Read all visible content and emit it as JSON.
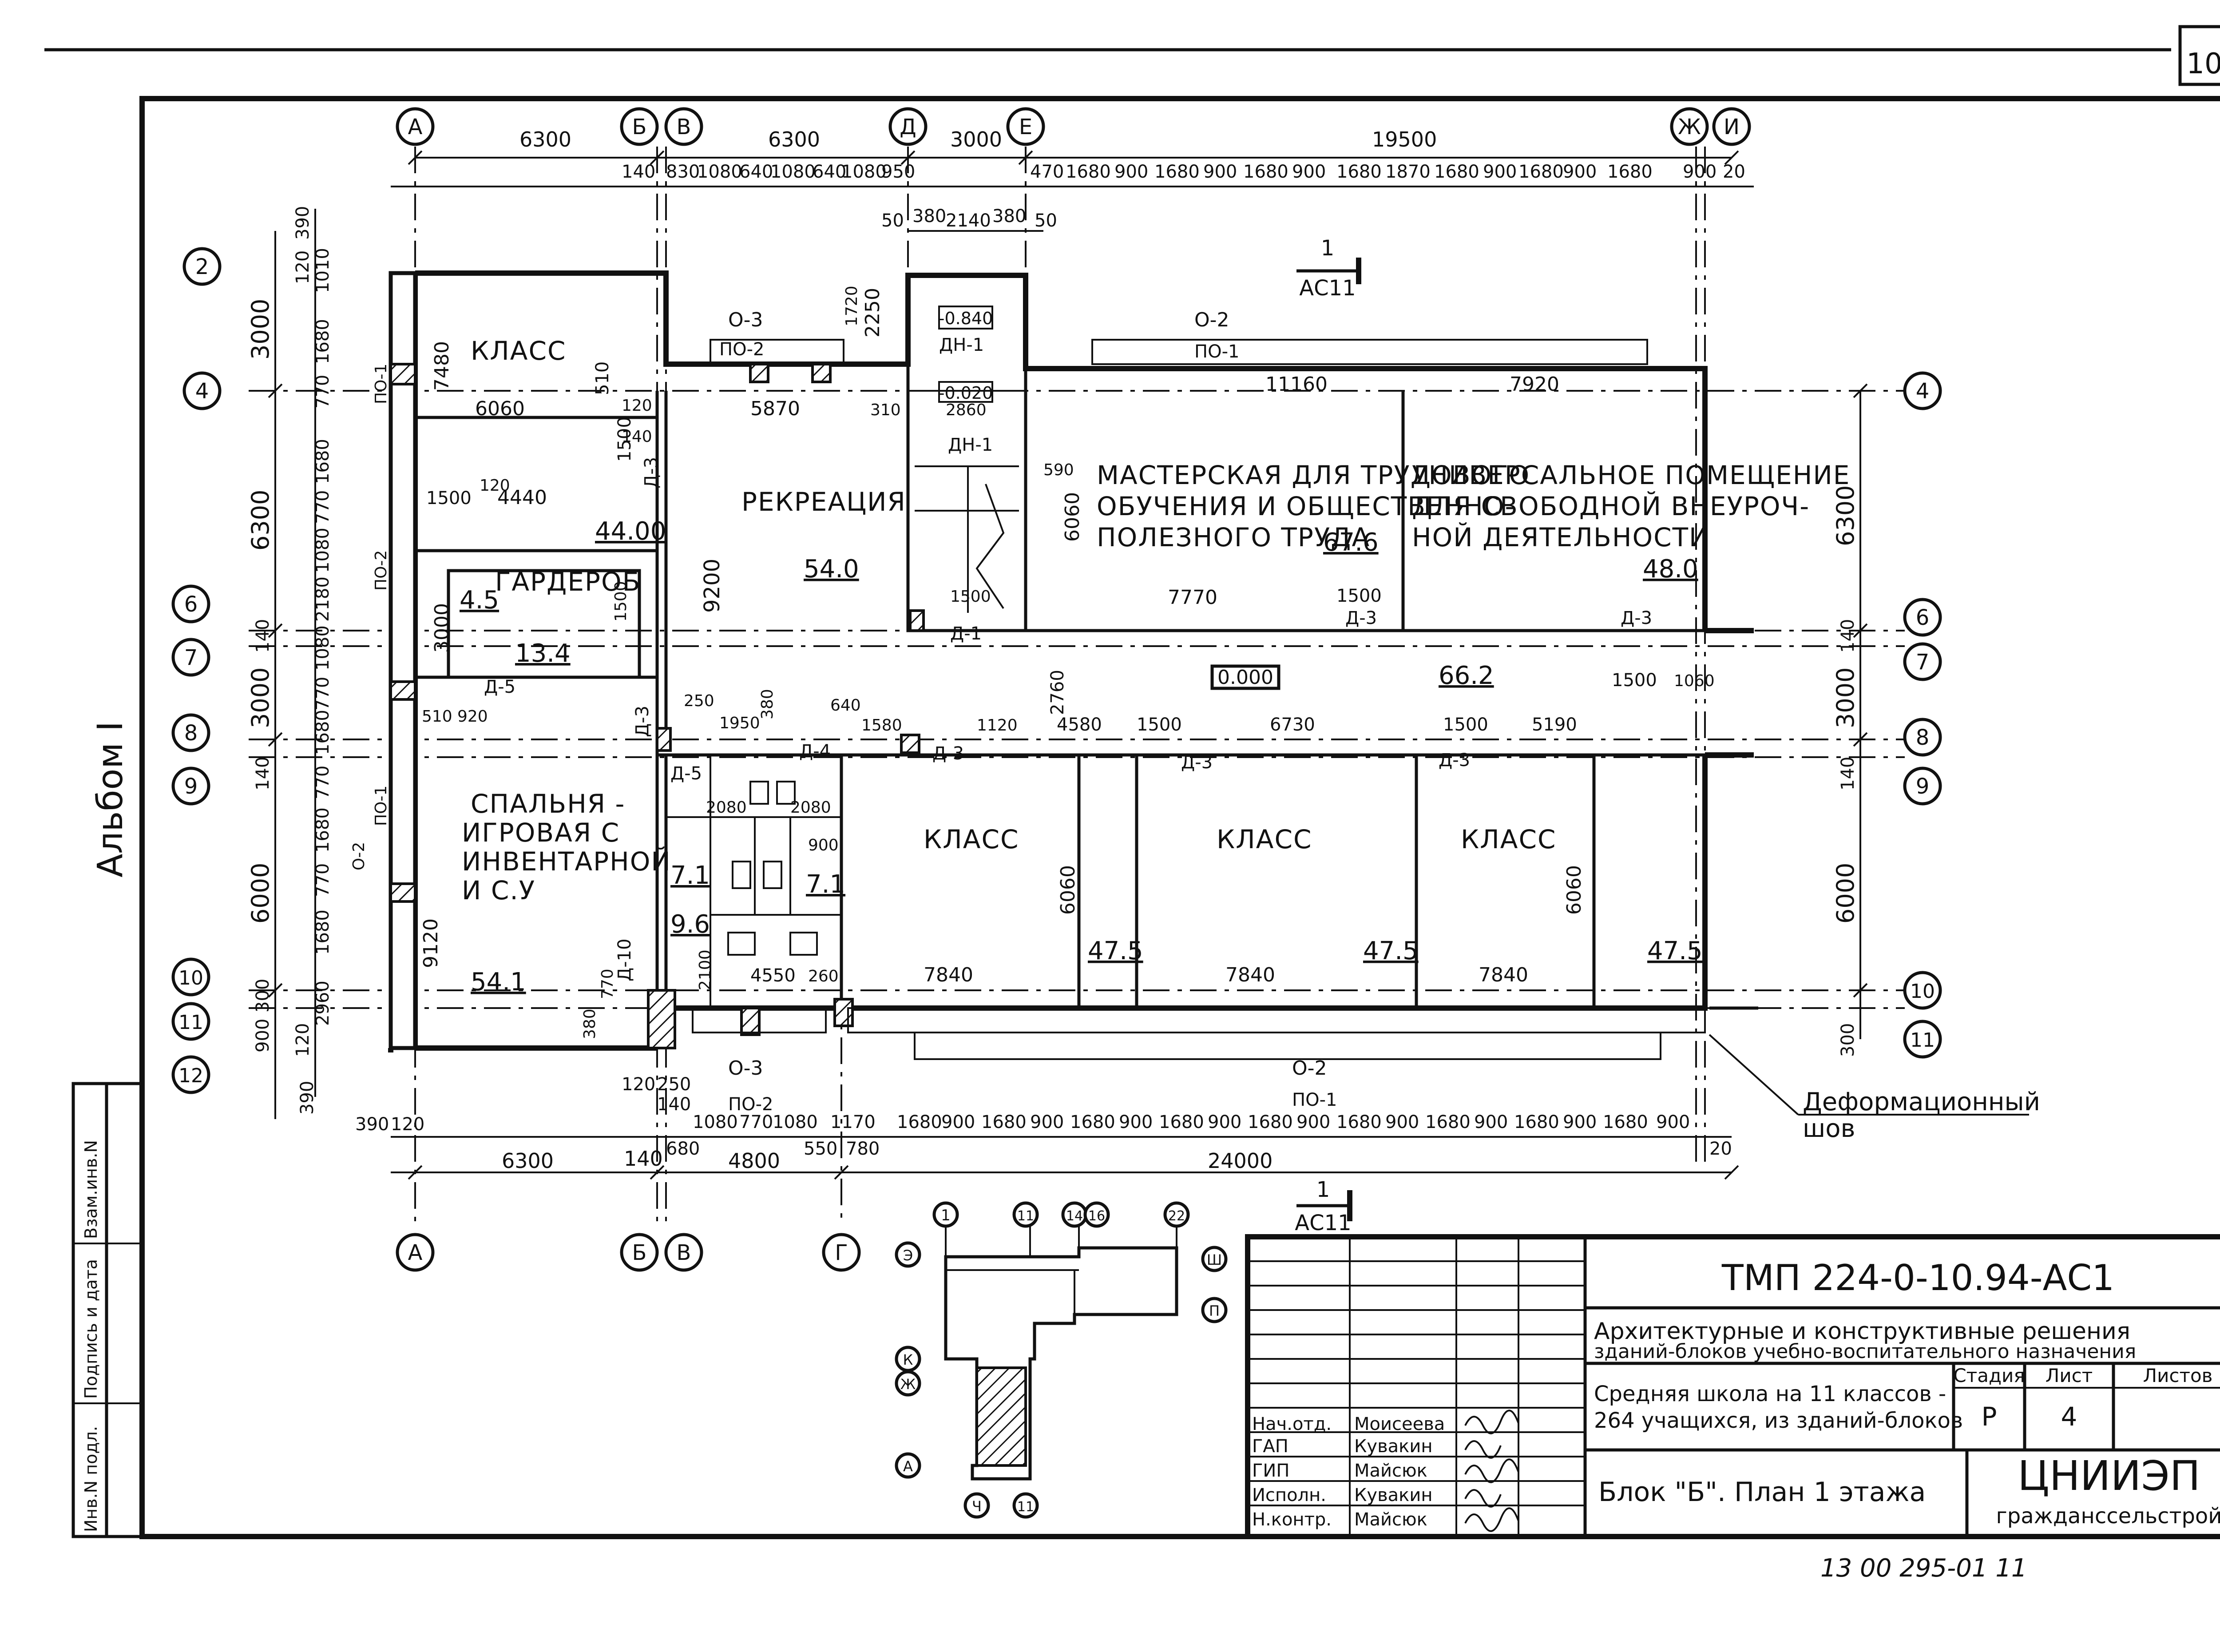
{
  "sheet_number": "10",
  "album_label": "Альбом I",
  "side_stamp": [
    "Инв.N подл.",
    "Подпись и дата",
    "Взам.инв.N"
  ],
  "axes_top": [
    {
      "id": "А"
    },
    {
      "id": "Б"
    },
    {
      "id": "В"
    },
    {
      "id": "Д"
    },
    {
      "id": "Е"
    },
    {
      "id": "Ж"
    },
    {
      "id": "И"
    }
  ],
  "axes_bottom": [
    {
      "id": "А"
    },
    {
      "id": "Б"
    },
    {
      "id": "В"
    },
    {
      "id": "Г"
    }
  ],
  "axes_left": [
    {
      "id": "2"
    },
    {
      "id": "4"
    },
    {
      "id": "6"
    },
    {
      "id": "7"
    },
    {
      "id": "8"
    },
    {
      "id": "9"
    },
    {
      "id": "10"
    },
    {
      "id": "11"
    },
    {
      "id": "12"
    }
  ],
  "axes_right": [
    {
      "id": "4"
    },
    {
      "id": "6"
    },
    {
      "id": "7"
    },
    {
      "id": "8"
    },
    {
      "id": "9"
    },
    {
      "id": "10"
    },
    {
      "id": "11"
    }
  ],
  "top_main_dims": [
    "6300",
    "6300",
    "3000",
    "19500"
  ],
  "top_detail_dims": [
    "140",
    "830",
    "1080",
    "640",
    "1080",
    "640",
    "1080",
    "950",
    "470",
    "1680",
    "900",
    "1680",
    "900",
    "1680",
    "900",
    "1680",
    "1870",
    "1680",
    "900",
    "1680",
    "900",
    "1680",
    "900",
    "20"
  ],
  "stair_top_dims": [
    "50",
    "380",
    "2140",
    "380",
    "50"
  ],
  "bottom_main_dims": [
    "6300",
    "140",
    "4800",
    "24000"
  ],
  "bottom_detail_dims": [
    "390",
    "120",
    "120",
    "250",
    "140",
    "680",
    "1080",
    "770",
    "1080",
    "550",
    "1170",
    "780",
    "1680",
    "900",
    "1680",
    "900",
    "1680",
    "900",
    "1680",
    "900",
    "1680",
    "900",
    "1680",
    "900",
    "1680",
    "900",
    "1680",
    "900",
    "1680",
    "900",
    "20"
  ],
  "left_main_dims": [
    "3000",
    "6300",
    "140",
    "3000",
    "140",
    "6000",
    "300",
    "900",
    "390"
  ],
  "left_detail_dims": [
    "390",
    "120",
    "1010",
    "1680",
    "770",
    "1680",
    "770",
    "1080",
    "2180",
    "1080",
    "770",
    "1680",
    "770",
    "1680",
    "770",
    "1680",
    "2960",
    "120"
  ],
  "right_main_dims": [
    "6300",
    "140",
    "3000",
    "140",
    "6000",
    "300"
  ],
  "rooms": [
    {
      "key": "class_nw",
      "name": [
        "КЛАСС"
      ]
    },
    {
      "key": "recreation",
      "name": [
        "РЕКРЕАЦИЯ"
      ],
      "area": "54.0"
    },
    {
      "key": "workshop",
      "name": [
        "МАСТЕРСКАЯ ДЛЯ ТРУДОВОГО",
        "ОБУЧЕНИЯ И ОБЩЕСТВЕННО-",
        "ПОЛЕЗНОГО ТРУДА"
      ],
      "area": "67.6"
    },
    {
      "key": "universal",
      "name": [
        "УНИВЕРСАЛЬНОЕ ПОМЕЩЕНИЕ",
        "ДЛЯ СВОБОДНОЙ ВНЕУРОЧ-",
        "НОЙ ДЕЯТЕЛЬНОСТИ"
      ],
      "area": "48.0"
    },
    {
      "key": "wardrobe",
      "name": [
        "ГАРДЕРОБ"
      ],
      "area": "13.4"
    },
    {
      "key": "corridor",
      "name": [],
      "area": "66.2"
    },
    {
      "key": "bedroom",
      "name": [
        "СПАЛЬНЯ -",
        "ИГРОВАЯ С",
        "ИНВЕНТАРНОЙ",
        "И С.У"
      ],
      "area": "54.1"
    },
    {
      "key": "class_1",
      "name": [
        "КЛАСС"
      ],
      "area": "47.5"
    },
    {
      "key": "class_2",
      "name": [
        "КЛАСС"
      ],
      "area": "47.5"
    },
    {
      "key": "class_3",
      "name": [
        "КЛАСС"
      ],
      "area": "47.5"
    }
  ],
  "small_areas": [
    "44.00",
    "4.5",
    "7.1",
    "7.1",
    "9.6"
  ],
  "level_mark": "0.000",
  "stair_marks": [
    "-0.840",
    "-0.020"
  ],
  "door_tags": [
    "Д-3",
    "Д-3",
    "Д-3",
    "Д-3",
    "Д-3",
    "Д-3",
    "Д-3",
    "Д-4",
    "Д-5",
    "Д-5",
    "Д-1",
    "ДН-1",
    "ДН-1",
    "Д-10"
  ],
  "window_tags": [
    "О-3",
    "ПО-2",
    "О-2",
    "ПО-1",
    "О-3",
    "ПО-2",
    "О-2",
    "ПО-1",
    "ПО-1",
    "О-2",
    "ПО-2",
    "ПО-1"
  ],
  "interior_dims": [
    "7480",
    "6060",
    "510",
    "1500",
    "120",
    "140",
    "5870",
    "310",
    "1720",
    "2250",
    "2860",
    "9200",
    "1500",
    "4440",
    "120",
    "3000",
    "1500",
    "9120",
    "920",
    "510",
    "250",
    "380",
    "1950",
    "640",
    "1580",
    "1120",
    "4580",
    "1500",
    "6730",
    "1500",
    "5190",
    "1500",
    "1060",
    "2760",
    "11160",
    "7920",
    "7770",
    "1500",
    "6060",
    "590",
    "1500",
    "7840",
    "7840",
    "7840",
    "6060",
    "6060",
    "2080",
    "2080",
    "900",
    "4550",
    "2100",
    "260",
    "770",
    "380"
  ],
  "section_mark": {
    "num": "1",
    "sheet": "АС11"
  },
  "deformation_joint": [
    "Деформационный",
    "шов"
  ],
  "key_plan": {
    "axes": [
      "1",
      "11",
      "14",
      "16",
      "22",
      "Э",
      "Ш",
      "П",
      "К",
      "Ж",
      "А",
      "Ч",
      "11"
    ]
  },
  "title_block": {
    "doc_code": "ТМП 224-0-10.94-АС1",
    "project_title": [
      "Архитектурные и конструктивные решения",
      "зданий-блоков учебно-воспитательного назначения"
    ],
    "building": [
      "Средняя школа на 11 классов -",
      "264 учащихся, из зданий-блоков"
    ],
    "sheet_title": "Блок \"Б\". План 1 этажа",
    "col_headers": [
      "Стадия",
      "Лист",
      "Листов"
    ],
    "stage": "Р",
    "sheet": "4",
    "org": [
      "ЦНИИЭП",
      "гражданссельстрой"
    ],
    "signatures": [
      {
        "role": "Нач.отд.",
        "name": "Моисеева"
      },
      {
        "role": "ГАП",
        "name": "Кувакин"
      },
      {
        "role": "ГИП",
        "name": "Майсюк"
      },
      {
        "role": "Исполн.",
        "name": "Кувакин"
      },
      {
        "role": "Н.контр.",
        "name": "Майсюк"
      }
    ]
  },
  "archive_number": "13 00 295-01  11"
}
